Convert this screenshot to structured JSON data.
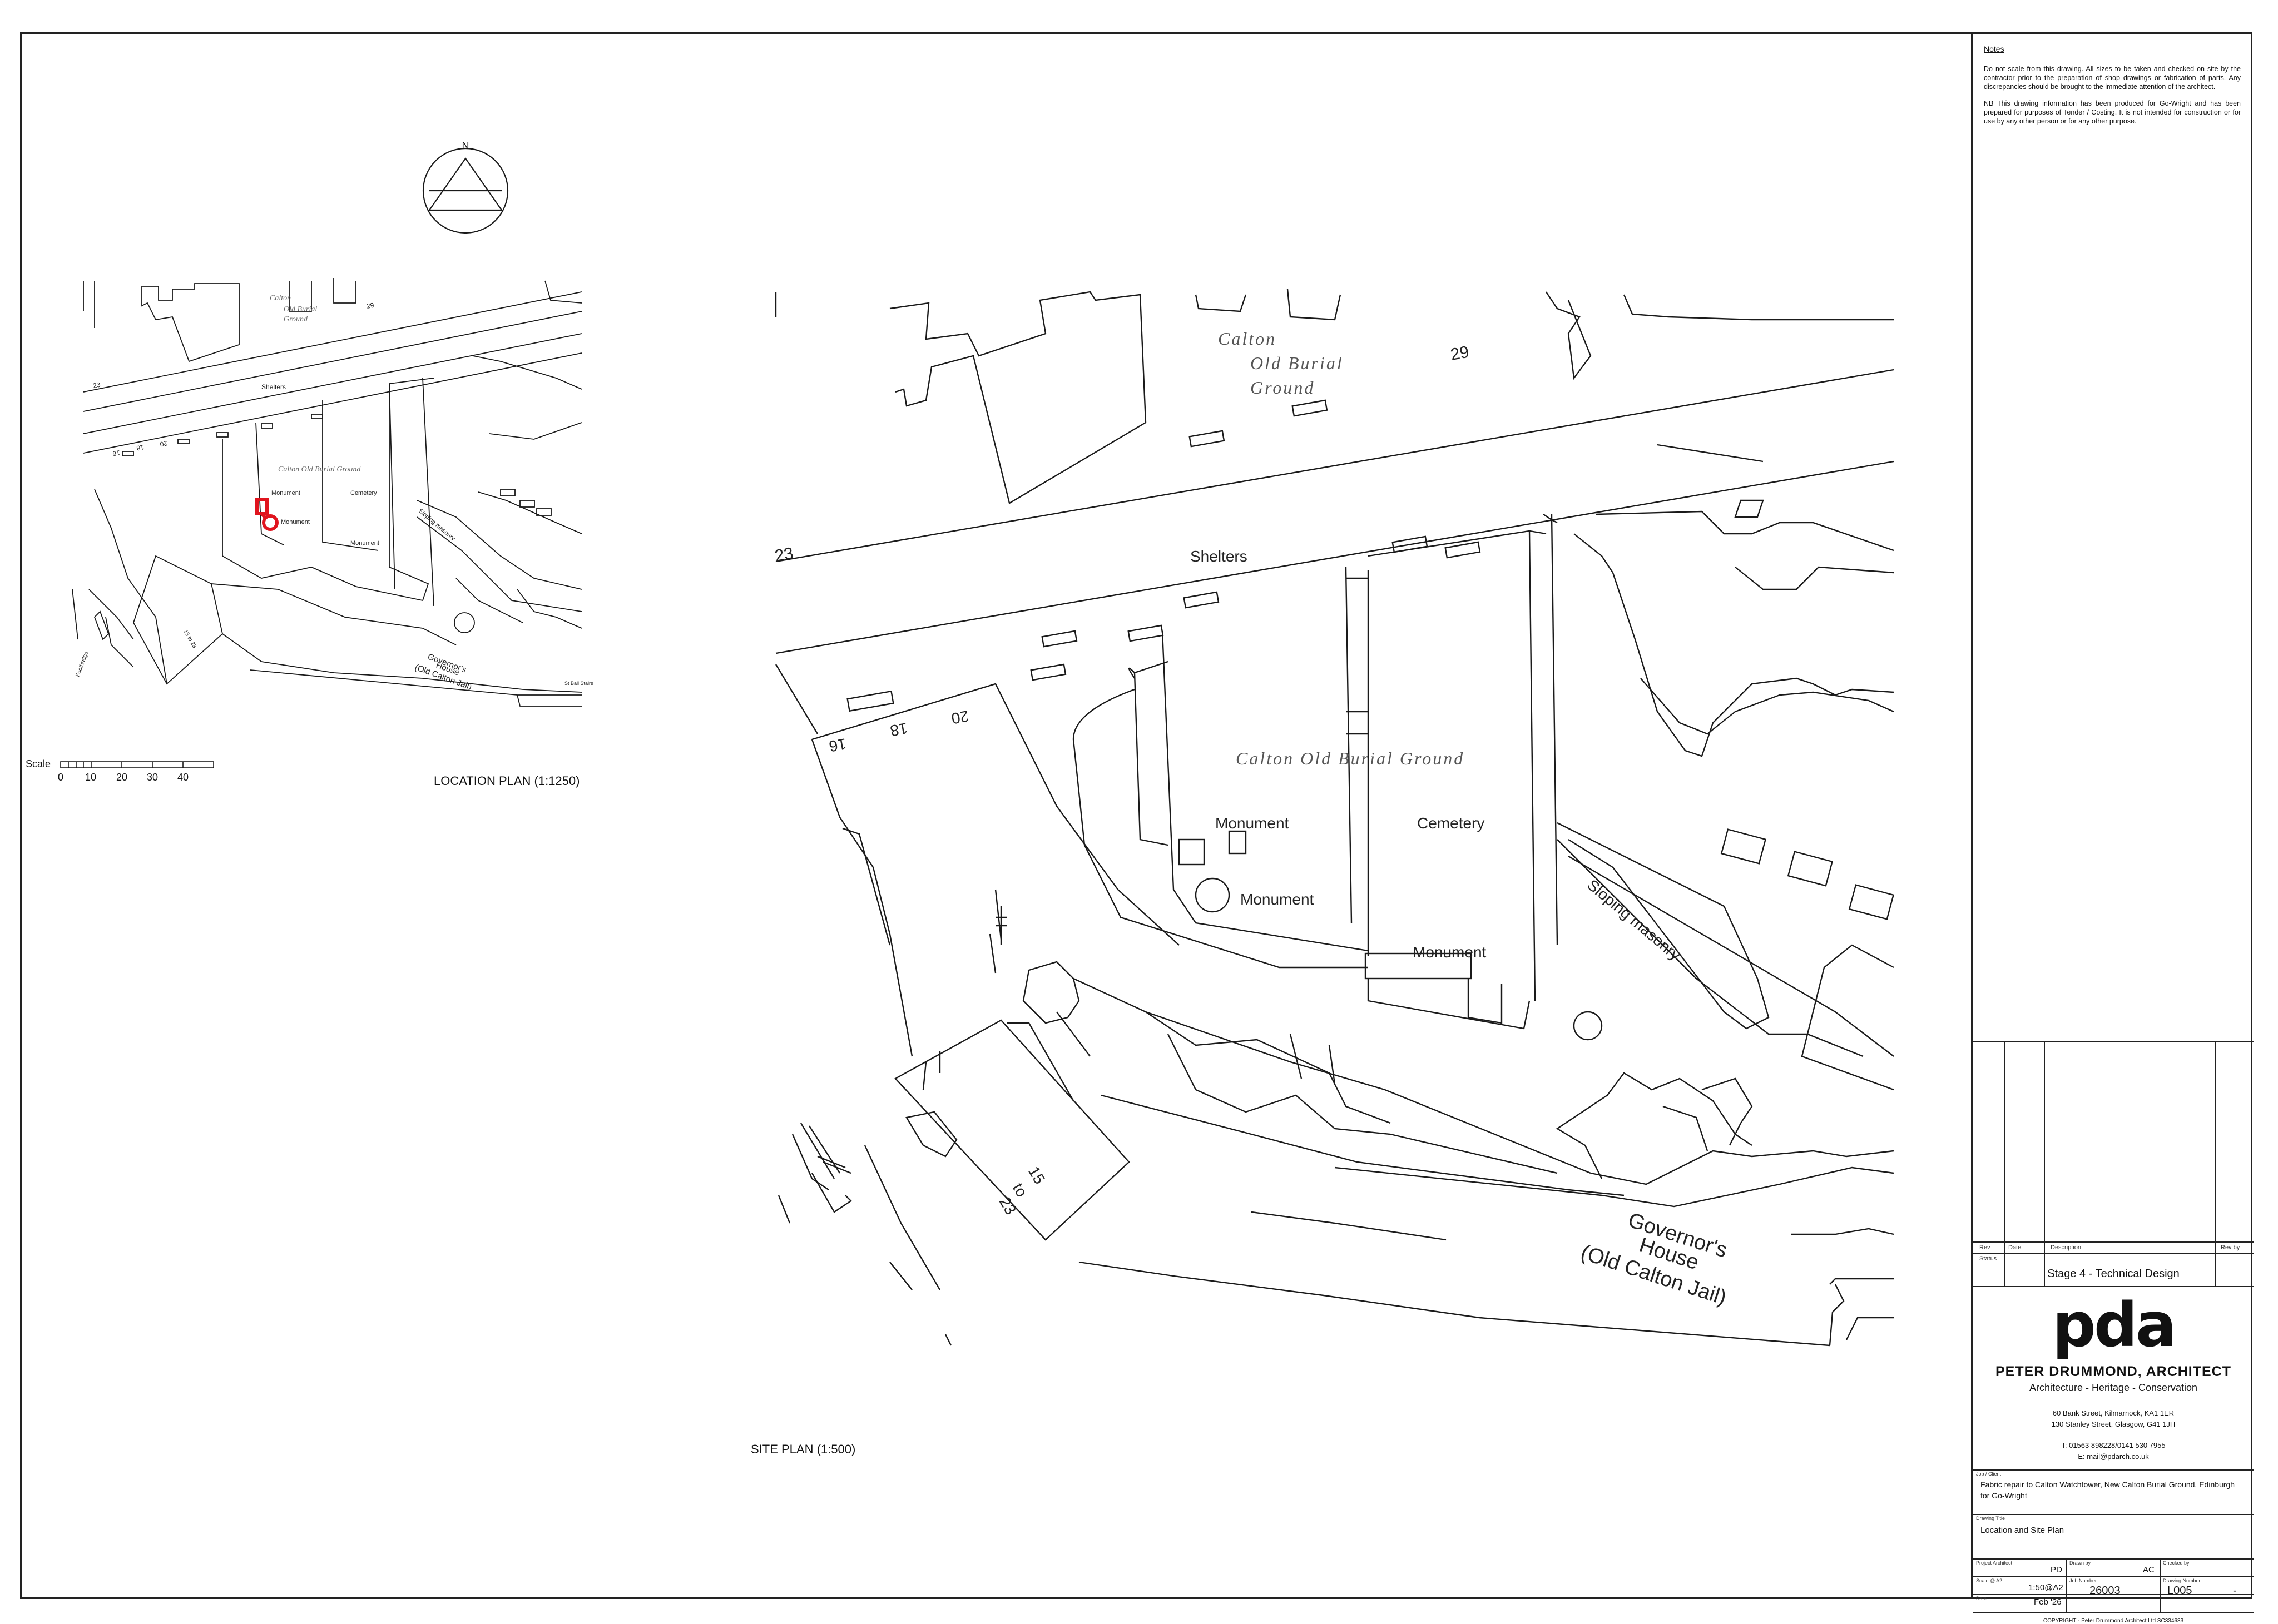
{
  "notes": {
    "heading": "Notes",
    "paragraph_1": "Do not scale from this drawing.  All sizes to be taken and checked on site by the contractor prior to the preparation of shop drawings or fabrication of parts. Any discrepancies should be brought to the immediate attention of the architect.",
    "paragraph_2": "NB This drawing information has been produced for Go-Wright and has been prepared for purposes of Tender / Costing. It is not intended for construction or for use by any other person or for any other purpose."
  },
  "revision_table": {
    "rev": "Rev",
    "date": "Date",
    "description": "Description",
    "rev_by": "Rev by"
  },
  "status": {
    "label": "Status",
    "value": "Stage 4 - Technical Design"
  },
  "firm": {
    "logo": "pda",
    "name": "PETER DRUMMOND, ARCHITECT",
    "tagline": "Architecture - Heritage - Conservation",
    "address_1": "60 Bank Street, Kilmarnock, KA1 1ER",
    "address_2": "130 Stanley Street, Glasgow, G41 1JH",
    "phone": "T: 01563 898228/0141 530 7955",
    "email": "E: mail@pdarch.co.uk"
  },
  "job": {
    "label": "Job / Client",
    "line_1": "Fabric repair to Calton Watchtower, New Calton Burial Ground, Edinburgh",
    "line_2": "for Go-Wright"
  },
  "drawing_title": {
    "label": "Drawing Title",
    "value": "Location and Site Plan"
  },
  "meta": {
    "project_architect_label": "Project Architect",
    "project_architect": "PD",
    "drawn_by_label": "Drawn by",
    "drawn_by": "AC",
    "checked_by_label": "Checked by",
    "scale_label": "Scale @ A2",
    "scale": "1:50@A2",
    "job_number_label": "Job Number",
    "job_number": "26003",
    "date_label": "Date",
    "date": "Feb '26",
    "drawing_number_label": "Drawing Number",
    "drawing_number": "L005",
    "revision": "-"
  },
  "copyright": "COPYRIGHT - Peter Drummond Architect Ltd    SC334683",
  "north_label": "N",
  "location_plan": {
    "title": "LOCATION PLAN (1:1250)",
    "scale_label": "Scale",
    "scale_ticks": [
      "0",
      "10",
      "20",
      "30",
      "40"
    ],
    "labels": {
      "calton_1": "Calton",
      "calton_2": "Old Burial",
      "calton_3": "Ground",
      "n29": "29",
      "n23": "23",
      "shelters": "Shelters",
      "n16": "16",
      "n18": "18",
      "n20": "20",
      "burial": "Calton Old Burial Ground",
      "monument_1": "Monument",
      "monument_2": "Monument",
      "monument_3": "Monument",
      "cemetery": "Cemetery",
      "sloping": "Sloping masonry",
      "gov_1": "Governor's",
      "gov_2": "House",
      "gov_3": "(Old Calton Jail)",
      "fifteen": "15 to 23",
      "footbridge": "Footbridge",
      "st_stairs": "St Ball Stairs"
    }
  },
  "site_plan": {
    "title": "SITE PLAN (1:500)",
    "labels": {
      "calton_1": "Calton",
      "calton_2": "Old Burial",
      "calton_3": "Ground",
      "n29": "29",
      "n23": "23",
      "shelters": "Shelters",
      "n16": "16",
      "n18": "18",
      "n20": "20",
      "burial": "Calton Old Burial Ground",
      "monument_1": "Monument",
      "monument_2": "Monument",
      "monument_3": "Monument",
      "cemetery": "Cemetery",
      "sloping": "Sloping masonry",
      "gov_1": "Governor's",
      "gov_2": "House",
      "gov_3": "(Old Calton Jail)",
      "n15": "15",
      "to": "to",
      "n23b": "23"
    }
  },
  "colors": {
    "linework": "#1a1a1a",
    "highlight": "#e0141e"
  }
}
